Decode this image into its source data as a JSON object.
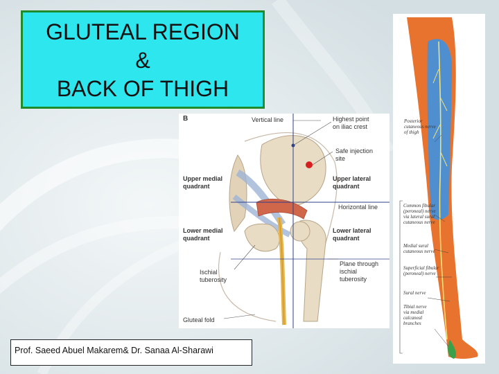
{
  "title": {
    "line1": "GLUTEAL REGION",
    "line2": "&",
    "line3": "BACK OF THIGH"
  },
  "figure": {
    "panel_letter": "B",
    "labels": {
      "vertical_line": "Vertical line",
      "highest_point_1": "Highest point",
      "highest_point_2": "on iliac crest",
      "safe_injection_1": "Safe injection",
      "safe_injection_2": "site",
      "upper_medial_1": "Upper medial",
      "upper_medial_2": "quadrant",
      "upper_lateral_1": "Upper lateral",
      "upper_lateral_2": "quadrant",
      "horizontal_line": "Horizontal line",
      "lower_medial_1": "Lower medial",
      "lower_medial_2": "quadrant",
      "lower_lateral_1": "Lower lateral",
      "lower_lateral_2": "quadrant",
      "plane_1": "Plane through",
      "plane_2": "ischial",
      "plane_3": "tuberosity",
      "ischial_1": "Ischial",
      "ischial_2": "tuberosity",
      "gluteal_fold": "Gluteal fold"
    }
  },
  "nerve_panel": {
    "labels": {
      "posterior_1": "Posterior",
      "posterior_2": "cutaneous nerve",
      "posterior_3": "of thigh",
      "common_1": "Common fibular",
      "common_2": "(peroneal) nerve",
      "common_3": "via lateral sural",
      "common_4": "cutaneous nerve",
      "medial_1": "Medial sural",
      "medial_2": "cutaneous nerve",
      "superficial_1": "Superficial fibular",
      "superficial_2": "(peroneal) nerve",
      "sural": "Sural nerve",
      "tibial_1": "Tibial nerve",
      "tibial_2": "via medial",
      "tibial_3": "calcaneal",
      "tibial_4": "branches"
    }
  },
  "credit": "Prof. Saeed  Abuel Makarem& Dr. Sanaa  Al-Sharawi",
  "colors": {
    "title_bg": "#2ee6ee",
    "title_border": "#1e8a2a",
    "blue_region": "#4f8fd0",
    "orange_region": "#e8732e",
    "bone": "#e9dcc4",
    "nerve": "#e6b44a",
    "injection_site": "#d62020"
  }
}
